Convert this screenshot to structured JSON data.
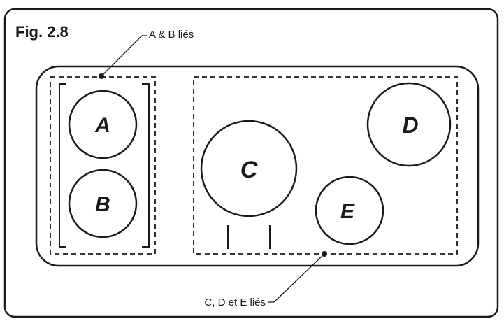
{
  "figure": {
    "title": "Fig. 2.8",
    "callouts": {
      "ab_linked": "A & B liés",
      "cde_linked": "C, D et E liés"
    },
    "zones": {
      "a": "A",
      "b": "B",
      "c": "C",
      "d": "D",
      "e": "E"
    }
  }
}
